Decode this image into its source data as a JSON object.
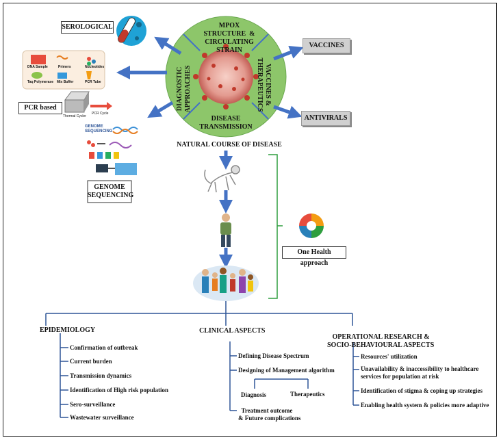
{
  "hub": {
    "top": [
      "MPOX STRUCTURE",
      "&",
      "CIRCULATING STRAIN"
    ],
    "left": [
      "DIAGNOSTIC",
      "APPROACHES"
    ],
    "right": [
      "VACCINES",
      "&",
      "THERAPEUTICS"
    ],
    "bottom": [
      "DISEASE",
      "TRANSMISSION"
    ]
  },
  "diagnostics": {
    "serological": "SEROLOGICAL",
    "pcr": "PCR based",
    "pcr_panel": [
      "DNA Sample",
      "Primers",
      "Nucleotides",
      "Taq Polymerase",
      "Mix Buffer",
      "PCR Tube"
    ],
    "thermal_cycler": "Thermal Cycler",
    "pcr_cycle": "PCR Cycle",
    "genome_icon_text": [
      "GENOME",
      "SEQUENCING"
    ],
    "genome": [
      "GENOME",
      "SEQUENCING"
    ]
  },
  "outputs": {
    "vaccines": "VACCINES",
    "antivirals": "ANTIVIRALS"
  },
  "natural_course": "NATURAL  COURSE  OF DISEASE",
  "one_health": "One Health approach",
  "colors": {
    "circle": "#8dc66a",
    "arrow": "#4472c4",
    "bracket": "#2e9e3e",
    "tree": "#2e5597"
  },
  "epidemiology": {
    "title": "EPIDEMIOLOGY",
    "items": [
      "Confirmation of outbreak",
      "Current burden",
      "Transmission dynamics",
      "Identification of High risk population",
      "Sero-surveillance",
      "Wastewater surveillance"
    ]
  },
  "clinical": {
    "title": "CLINICAL  ASPECTS",
    "items": [
      "Defining Disease Spectrum",
      "Designing of Management algorithm"
    ],
    "sub": [
      "Diagnosis",
      "Therapeutics"
    ],
    "last": [
      "Treatment outcome",
      "& Future complications"
    ]
  },
  "operational": {
    "title": [
      "OPERATIONAL  RESEARCH  &",
      "SOCIO-BEHAVIOURAL  ASPECTS"
    ],
    "items": [
      "Resources' utilization",
      "Unavailability & inaccessibility to healthcare",
      "services for population at risk",
      "Identification of stigma & coping up strategies",
      "Enabling health system & policies more adaptive"
    ]
  }
}
